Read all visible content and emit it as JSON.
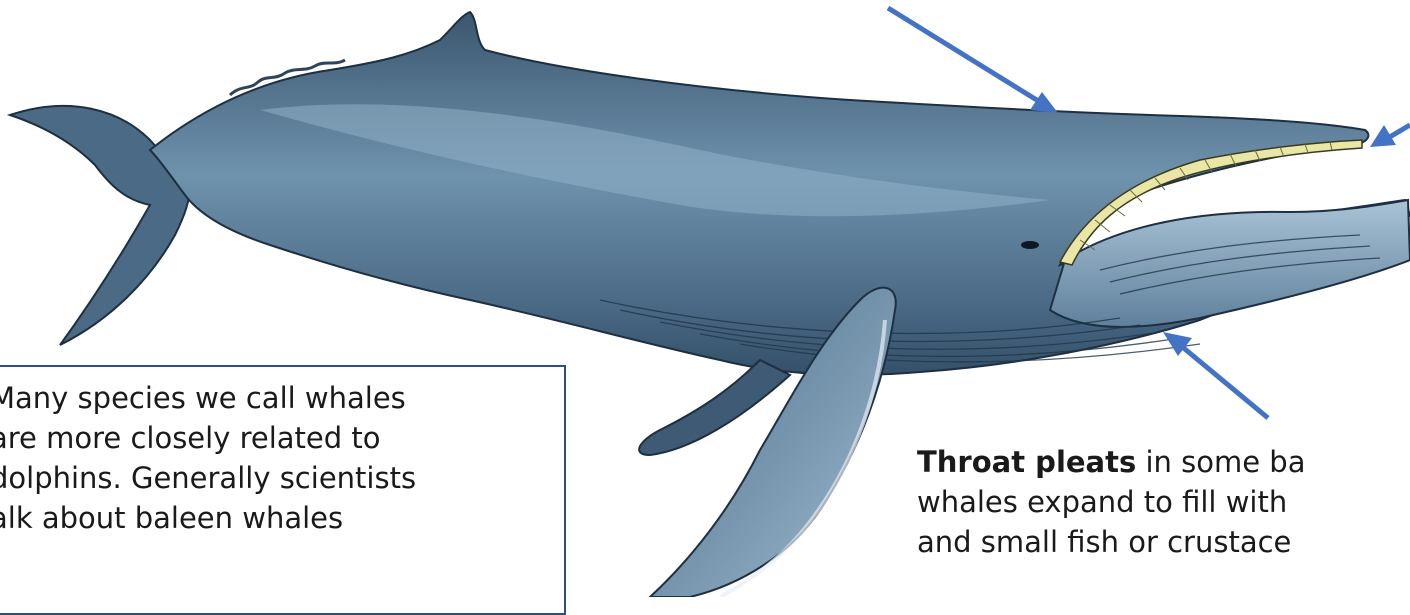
{
  "info_box": {
    "text": "Many species we call whales\nare more closely related to\ndolphins. Generally scientists\nalk about baleen whales"
  },
  "throat_caption": {
    "bold": "Throat pleats",
    "rest": " in some ba\nwhales expand to fill with\nand small fish or crustace"
  },
  "colors": {
    "whale_dark": "#3e5a75",
    "whale_mid": "#5d7f9c",
    "whale_light": "#8fb0c7",
    "baleen": "#e9e6a6",
    "arrow": "#4472c4",
    "box_border": "#2f4f7f"
  },
  "icons": [
    "whale-illustration",
    "arrow-icon"
  ]
}
